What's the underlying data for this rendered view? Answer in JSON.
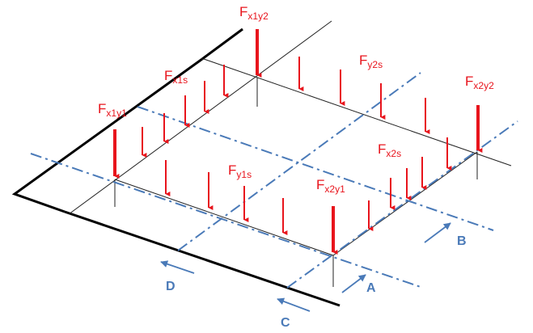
{
  "colors": {
    "force": "#e8141c",
    "section": "#4a7ab8",
    "structure": "#000000",
    "thin_line": "#333333"
  },
  "forces": {
    "x1y2": {
      "main": "F",
      "sub": "x1y2"
    },
    "x1s": {
      "main": "F",
      "sub": "x1s"
    },
    "y2s": {
      "main": "F",
      "sub": "y2s"
    },
    "x2y2": {
      "main": "F",
      "sub": "x2y2"
    },
    "x1y1": {
      "main": "F",
      "sub": "x1y1"
    },
    "x2s": {
      "main": "F",
      "sub": "x2s"
    },
    "y1s": {
      "main": "F",
      "sub": "y1s"
    },
    "x2y1": {
      "main": "F",
      "sub": "x2y1"
    }
  },
  "sections": {
    "A": "A",
    "B": "B",
    "C": "C",
    "D": "D"
  }
}
